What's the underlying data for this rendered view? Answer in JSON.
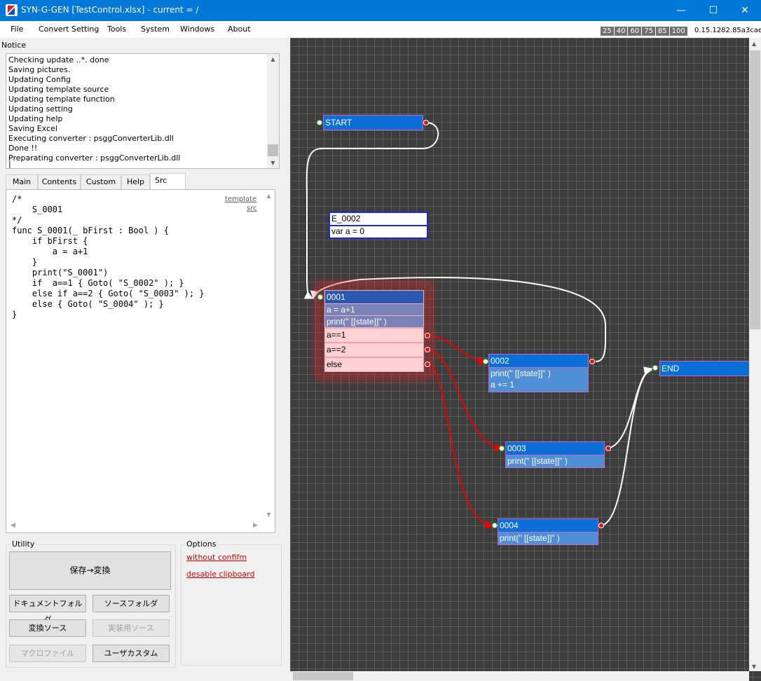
{
  "window": {
    "title": "SYN-G-GEN  [TestControl.xlsx] - current = /",
    "minimize": "—",
    "maximize": "☐",
    "close": "✕"
  },
  "menu": [
    "File",
    "Convert Setting",
    "Tools",
    "System",
    "Windows",
    "About"
  ],
  "zoom": [
    "25",
    "40",
    "60",
    "75",
    "85",
    "100"
  ],
  "version": "0.15.1282.85a3cae",
  "notice": {
    "label": "Notice",
    "lines": [
      "Checking update ..*. done",
      "Saving pictures.",
      "Updating Config",
      "Updating template source",
      "Updating template function",
      "Updating setting",
      "Updating help",
      "Saving Excel",
      "Executing converter : psggConverterLib.dll",
      "Done !!",
      "Preparating converter : psggConverterLib.dll",
      "|"
    ]
  },
  "tabs": [
    "Main",
    "Contents",
    "Custom",
    "Help",
    "Src"
  ],
  "active_tab": "Src",
  "src": {
    "code": "/*\n    S_0001\n*/\nfunc S_0001(_ bFirst : Bool ) {\n    if bFirst {\n        a = a+1\n    }\n    print(\"S_0001\")\n    if  a==1 { Goto( \"S_0002\" ); }\n    else if a==2 { Goto( \"S_0003\" ); }\n    else { Goto( \"S_0004\" ); }\n}",
    "link_template": "template",
    "link_src": "src"
  },
  "utility": {
    "title": "Utility",
    "save_convert": "保存→変換",
    "doc_folder": "ドキュメントフォルダ",
    "src_folder": "ソースフォルダ",
    "convert_src": "変換ソース",
    "impl_src": "実装用ソース",
    "macro_file": "マクロファイル",
    "user_custom": "ユーザカスタム"
  },
  "options": {
    "title": "Options",
    "without_confirm": "without confifm",
    "disable_clipboard": "desable clipboard"
  },
  "graph": {
    "start": "START",
    "end": "END",
    "embed_title": "E_0002",
    "embed_body": "var a = 0",
    "n1_title": "0001",
    "n1_line1": "a = a+1",
    "n1_line2": "print(\" [[state]]\" )",
    "n1_b1": "a==1",
    "n1_b2": "a==2",
    "n1_b3": "else",
    "n2_title": "0002",
    "n2_line1": "print(\" [[state]]\" )",
    "n2_line2": "a += 1",
    "n3_title": "0003",
    "n3_line1": "print(\" [[state]]\" )",
    "n4_title": "0004",
    "n4_line1": "print(\" [[state]]\" )"
  }
}
